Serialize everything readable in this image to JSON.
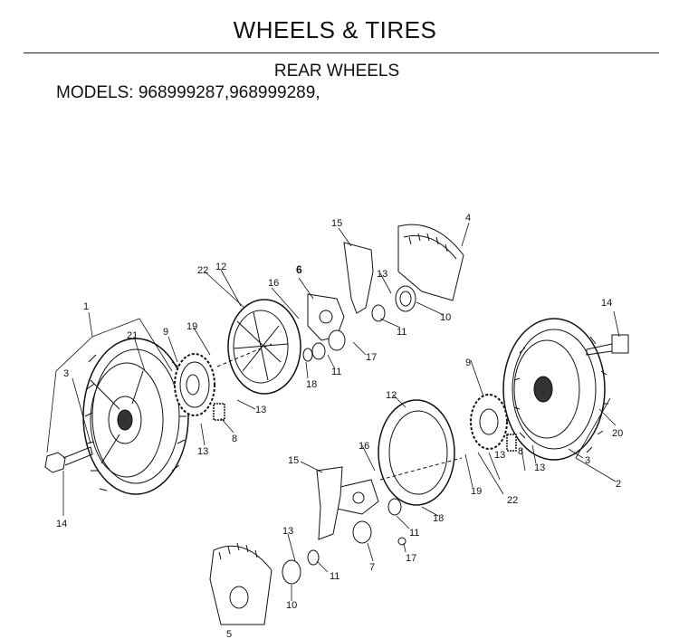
{
  "header": {
    "title": "WHEELS & TIRES",
    "section": "REAR WHEELS",
    "models_label": "MODELS:",
    "models": "968999287,968999289,"
  },
  "callouts": [
    {
      "id": "c1",
      "text": "1"
    },
    {
      "id": "c2",
      "text": "2"
    },
    {
      "id": "c3a",
      "text": "3"
    },
    {
      "id": "c3b",
      "text": "3"
    },
    {
      "id": "c4a",
      "text": "4"
    },
    {
      "id": "c4b",
      "text": "5"
    },
    {
      "id": "c6",
      "text": "6"
    },
    {
      "id": "c7",
      "text": "7"
    },
    {
      "id": "c8a",
      "text": "8"
    },
    {
      "id": "c8b",
      "text": "8"
    },
    {
      "id": "c9a",
      "text": "9"
    },
    {
      "id": "c9b",
      "text": "9"
    },
    {
      "id": "c10a",
      "text": "10"
    },
    {
      "id": "c10b",
      "text": "10"
    },
    {
      "id": "c11a",
      "text": "11"
    },
    {
      "id": "c11b",
      "text": "11"
    },
    {
      "id": "c11c",
      "text": "11"
    },
    {
      "id": "c11d",
      "text": "11"
    },
    {
      "id": "c12a",
      "text": "12"
    },
    {
      "id": "c12b",
      "text": "12"
    },
    {
      "id": "c13a",
      "text": "13"
    },
    {
      "id": "c13b",
      "text": "13"
    },
    {
      "id": "c13c",
      "text": "13"
    },
    {
      "id": "c13d",
      "text": "13"
    },
    {
      "id": "c13e",
      "text": "13"
    },
    {
      "id": "c13f",
      "text": "13"
    },
    {
      "id": "c14a",
      "text": "14"
    },
    {
      "id": "c14b",
      "text": "14"
    },
    {
      "id": "c15a",
      "text": "15"
    },
    {
      "id": "c15b",
      "text": "15"
    },
    {
      "id": "c16a",
      "text": "16"
    },
    {
      "id": "c16b",
      "text": "16"
    },
    {
      "id": "c17a",
      "text": "17"
    },
    {
      "id": "c17b",
      "text": "17"
    },
    {
      "id": "c18a",
      "text": "18"
    },
    {
      "id": "c18b",
      "text": "18"
    },
    {
      "id": "c19a",
      "text": "19"
    },
    {
      "id": "c19b",
      "text": "19"
    },
    {
      "id": "c20",
      "text": "20"
    },
    {
      "id": "c21",
      "text": "21"
    },
    {
      "id": "c22a",
      "text": "22"
    },
    {
      "id": "c22b",
      "text": "22"
    }
  ]
}
